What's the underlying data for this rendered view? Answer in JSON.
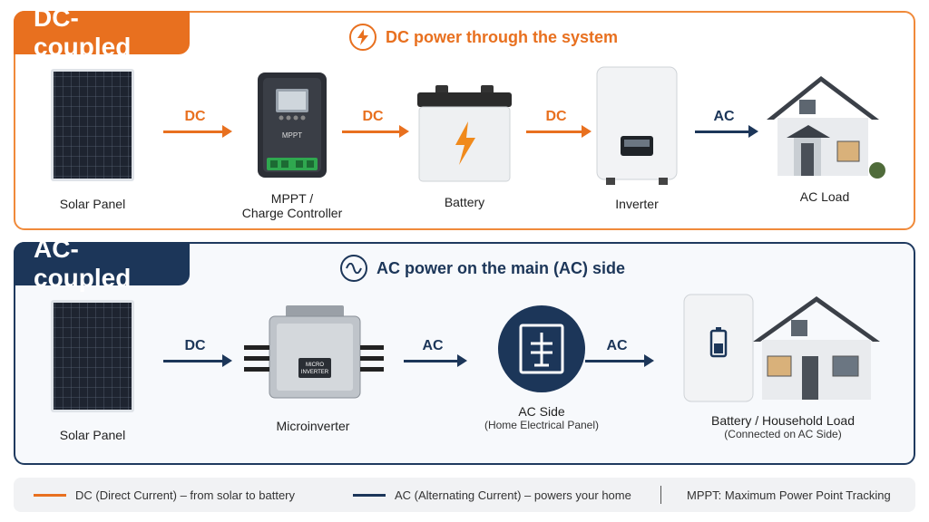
{
  "dc_section": {
    "tag": "DC-coupled",
    "subtitle": "DC power through the system",
    "items": {
      "solar": "Solar Panel",
      "mppt_line1": "MPPT /",
      "mppt_line2": "Charge Controller",
      "mppt_device_text": "MPPT",
      "battery": "Battery",
      "inverter": "Inverter",
      "load": "AC Load"
    },
    "arrows": [
      "DC",
      "DC",
      "DC",
      "AC"
    ]
  },
  "ac_section": {
    "tag": "AC-coupled",
    "subtitle": "AC power on the main (AC) side",
    "items": {
      "solar": "Solar Panel",
      "micro": "Microinverter",
      "micro_device_line1": "MICRO",
      "micro_device_line2": "INVERTER",
      "acside": "AC Side",
      "acside_sub": "(Home Electrical Panel)",
      "load": "Battery / Household Load",
      "load_sub": "(Connected on AC Side)"
    },
    "arrows": [
      "DC",
      "AC",
      "AC"
    ]
  },
  "legend": {
    "dc": "DC (Direct Current) – from solar to battery",
    "ac": "AC (Alternating Current) – powers your home",
    "mppt": "MPPT: Maximum Power Point Tracking"
  },
  "colors": {
    "dc_orange": "#e8701f",
    "ac_navy": "#1c3659"
  }
}
